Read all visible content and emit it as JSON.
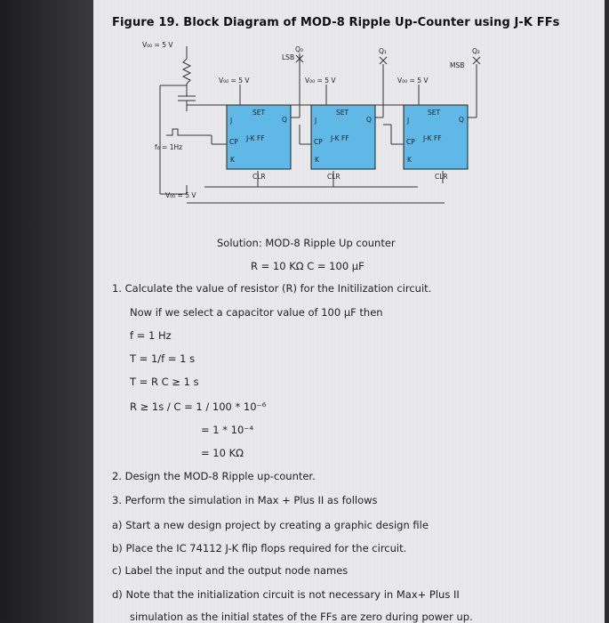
{
  "figure": {
    "title": "Figure 19. Block Diagram of MOD-8 Ripple Up-Counter using J-K FFs",
    "labels": {
      "vcc_top": "V₀₀ = 5 V",
      "vcc_ff1": "V₀₀ = 5 V",
      "vcc_ff2": "V₀₀ = 5 V",
      "vcc_ff3": "V₀₀ = 5 V",
      "vcc_bottom": "V₀₀ = 5 V",
      "clock": "f₀ = 1Hz",
      "q0": "Q₀",
      "q1": "Q₁",
      "q2": "Q₂",
      "lsb": "LSB",
      "msb": "MSB",
      "ff_name": "J-K FF",
      "set": "SET",
      "clr": "CLR",
      "j": "J",
      "k": "K",
      "cp": "CP",
      "q": "Q"
    }
  },
  "solution": {
    "heading": "Solution: MOD-8 Ripple Up counter",
    "rc": "R = 10 KΩ  C = 100 µF",
    "step1": "1.  Calculate the value of resistor (R) for the Initilization circuit.",
    "step1_note": "Now if we select a capacitor value of 100 µF then",
    "f": "f = 1 Hz",
    "tau1": "T = 1/f = 1 s",
    "tau2": "T = R C ≥ 1 s",
    "r1": "R ≥  1s / C =  1 / 100 * 10⁻⁶",
    "r2": "= 1 * 10⁻⁴",
    "r3": "= 10 KΩ",
    "step2": "2.  Design the MOD-8 Ripple up-counter.",
    "step3": "3.  Perform the simulation in Max + Plus II as follows",
    "a": "a)  Start a new design project by creating a graphic design file",
    "b": "b)  Place the IC 74112 J-K flip flops required for the circuit.",
    "c": "c)  Label the input and the output node names",
    "d": "d)  Note that the initialization circuit is not necessary in Max+ Plus II",
    "d2": "simulation as the initial states of the FFs are zero during power up."
  }
}
